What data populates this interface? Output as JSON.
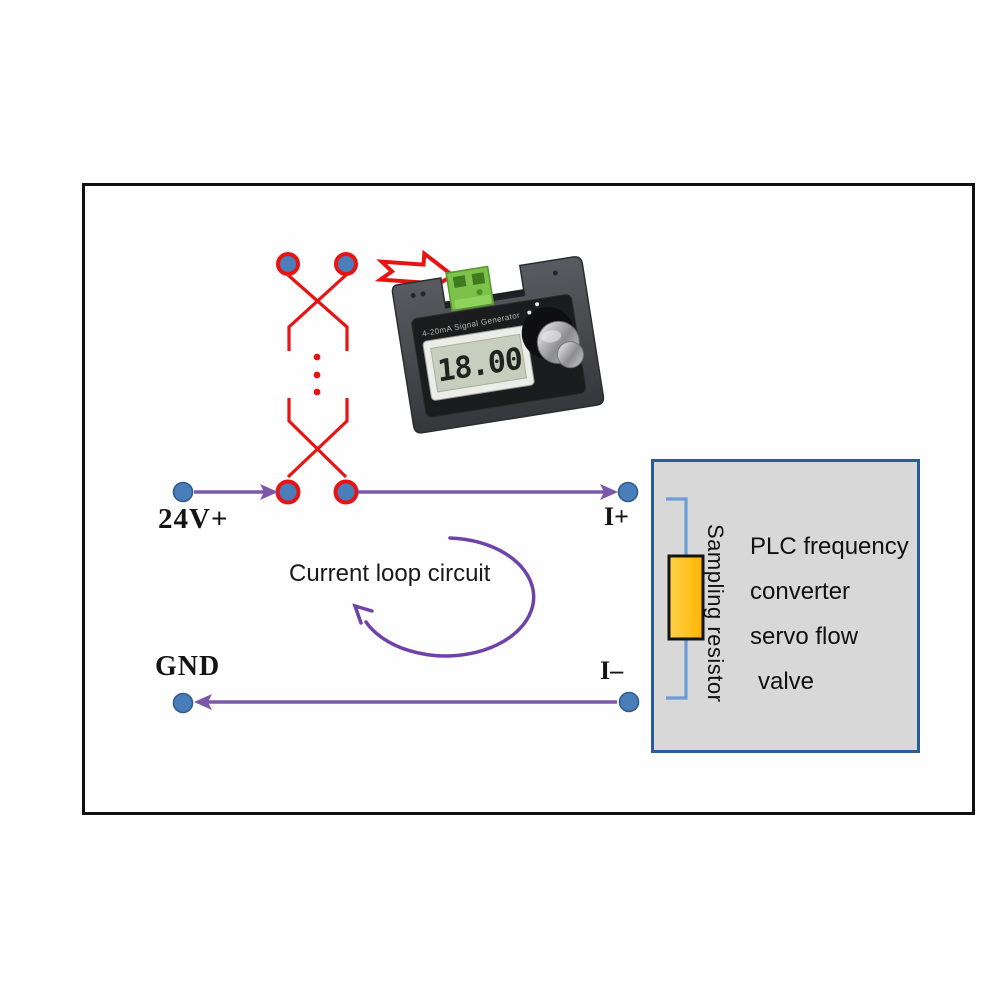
{
  "diagram": {
    "terminals": {
      "v24": "24V+",
      "gnd": "GND",
      "i_plus": "I+",
      "i_minus": "I–"
    },
    "loop_label": "Current loop circuit",
    "load_box": {
      "lines": [
        "PLC frequency",
        "converter",
        "servo flow",
        "valve"
      ],
      "resistor_label": "Sampling resistor"
    },
    "device": {
      "label": "4-20mA Signal Generator",
      "display_value": "18.00"
    }
  },
  "colors": {
    "wire_red": "#e81414",
    "wire_purple": "#7b58a8",
    "loop_purple": "#6f42a8",
    "wire_blue": "#6d9cd6",
    "terminal_blue": "#4a7ebb",
    "resistor_orange": "#ffc125",
    "box_fill": "#d8d8d8",
    "box_border": "#2b5c97"
  }
}
